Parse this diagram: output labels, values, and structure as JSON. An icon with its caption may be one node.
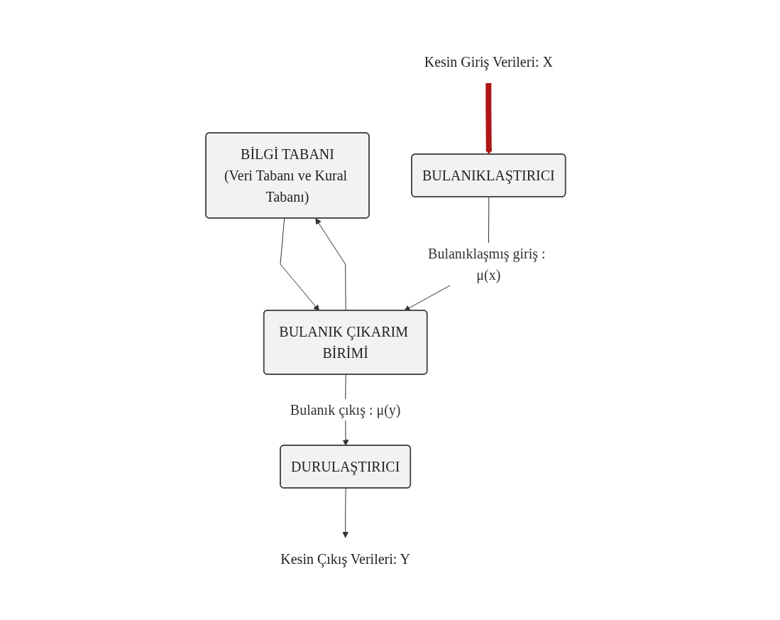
{
  "diagram": {
    "nodes": [
      {
        "text": [
          "BİLGİ TABANI",
          "(Veri Tabanı ve Kural Tabanı)"
        ]
      },
      {
        "text": [
          "BULANIK ÇIKARIM BİRİMİ"
        ]
      },
      {
        "text": [
          "BULANIKLAŞTIRICI"
        ]
      },
      {
        "text": [
          "DURULAŞTIRICI"
        ]
      },
      {
        "text": [
          "Kesin Giriş Verileri: X"
        ]
      },
      {
        "text": [
          "Kesin Çıkış Verileri: Y"
        ]
      }
    ],
    "edges": [
      {
        "from": 1,
        "to": 0,
        "arrow": "to"
      },
      {
        "from": 0,
        "to": 1,
        "arrow": "to"
      },
      {
        "from": 2,
        "to": 1,
        "arrow": "to",
        "label": "Bulanıklaşmış giriş : μ(x)"
      },
      {
        "from": 1,
        "to": 3,
        "arrow": "to",
        "label": "Bulanık çıkış : μ(y)"
      },
      {
        "from": 3,
        "to": 5,
        "arrow": "to"
      },
      {
        "from": 4,
        "to": 2,
        "arrow": "to",
        "style": "thick",
        "color": "#b01515"
      }
    ]
  }
}
